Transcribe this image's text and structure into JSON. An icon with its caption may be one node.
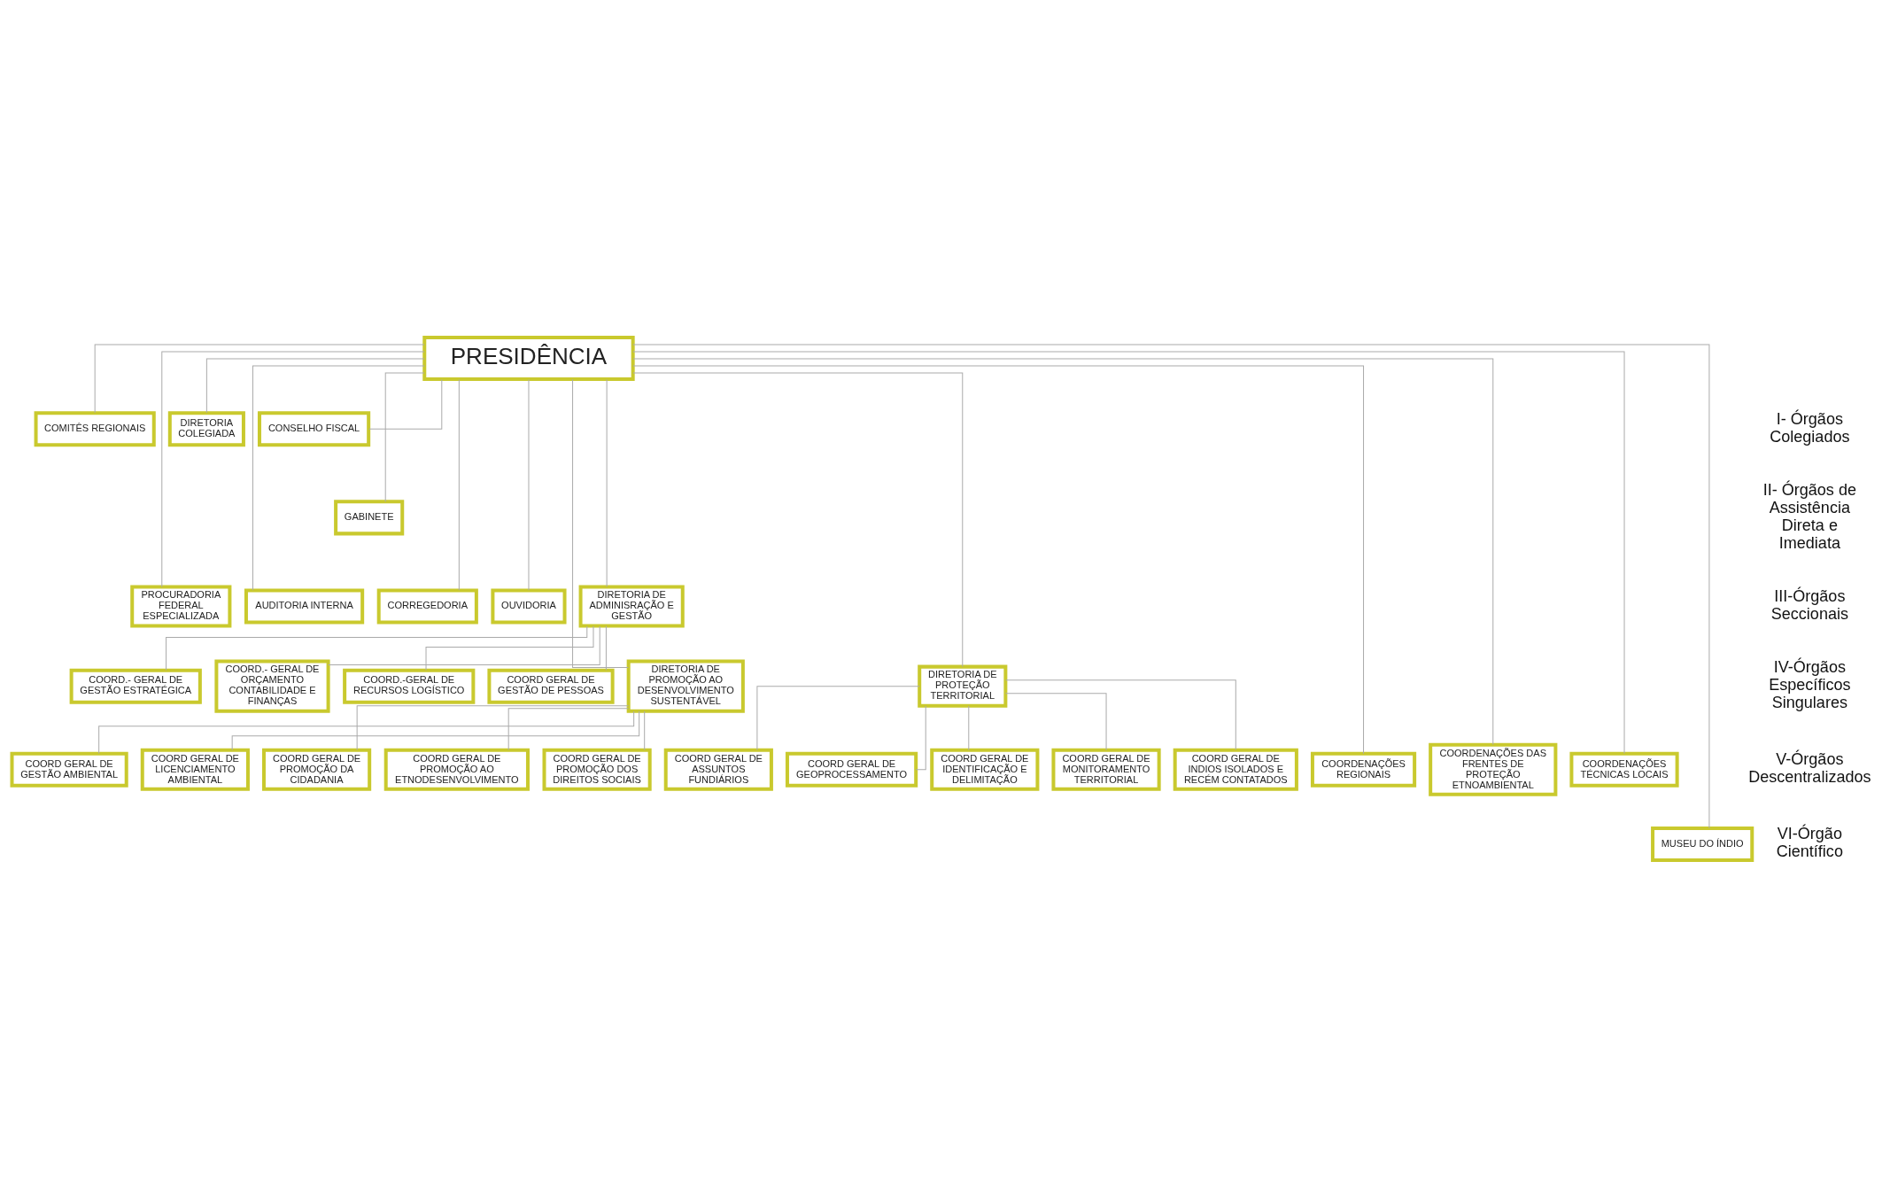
{
  "diagram": {
    "nodes": [
      {
        "text": [
          "PRESIDÊNCIA"
        ]
      },
      {
        "text": [
          "COMITÊS REGIONAIS"
        ]
      },
      {
        "text": [
          "DIRETORIA COLEGIADA"
        ]
      },
      {
        "text": [
          "CONSELHO FISCAL"
        ]
      },
      {
        "text": [
          "GABINETE"
        ]
      },
      {
        "text": [
          "PROCURADORIA FEDERAL ESPECIALIZADA"
        ]
      },
      {
        "text": [
          "AUDITORIA INTERNA"
        ]
      },
      {
        "text": [
          "CORREGEDORIA"
        ]
      },
      {
        "text": [
          "OUVIDORIA"
        ]
      },
      {
        "text": [
          "DIRETORIA DE ADMINISRAÇÃO E GESTÃO"
        ]
      },
      {
        "text": [
          "COORD.- GERAL DE GESTÃO ESTRATÉGICA"
        ]
      },
      {
        "text": [
          "COORD.- GERAL DE ORÇAMENTO CONTABILIDADE E FINANÇAS"
        ]
      },
      {
        "text": [
          "COORD.-GERAL DE RECURSOS LOGÍSTICO"
        ]
      },
      {
        "text": [
          "COORD GERAL DE GESTÃO DE PESSOAS"
        ]
      },
      {
        "text": [
          "DIRETORIA DE PROMOÇÃO AO DESENVOLVIMENTO SUSTENTÁVEL"
        ]
      },
      {
        "text": [
          "COORD GERAL DE GESTÃO AMBIENTAL"
        ]
      },
      {
        "text": [
          "COORD GERAL DE LICENCIAMENTO AMBIENTAL"
        ]
      },
      {
        "text": [
          "COORD GERAL DE PROMOÇÃO DA CIDADANIA"
        ]
      },
      {
        "text": [
          "COORD GERAL DE PROMOÇÃO AO ETNODESENVOLVIMENTO"
        ]
      },
      {
        "text": [
          "COORD GERAL DE PROMOÇÃO DOS DIREITOS SOCIAIS"
        ]
      },
      {
        "text": [
          "DIRETORIA DE PROTEÇÃO TERRITORIAL"
        ]
      },
      {
        "text": [
          "COORD GERAL DE ASSUNTOS FUNDIÁRIOS"
        ]
      },
      {
        "text": [
          "COORD GERAL DE GEOPROCESSAMENTO"
        ]
      },
      {
        "text": [
          "COORD GERAL DE IDENTIFICAÇÃO E DELIMITAÇÃO"
        ]
      },
      {
        "text": [
          "COORD GERAL DE MONITORAMENTO TERRITORIAL"
        ]
      },
      {
        "text": [
          "COORD GERAL DE INDIOS ISOLADOS E RECÉM CONTATADOS"
        ]
      },
      {
        "text": [
          "COORDENAÇÕES REGIONAIS"
        ]
      },
      {
        "text": [
          "COORDENAÇÕES DAS FRENTES DE PROTEÇÃO ETNOAMBIENTAL"
        ]
      },
      {
        "text": [
          "COORDENAÇÕES TÉCNICAS LOCAIS"
        ]
      },
      {
        "text": [
          "MUSEU DO ÍNDIO"
        ]
      }
    ],
    "edges": [
      {
        "from": 0,
        "to": 1,
        "arrow": "none"
      },
      {
        "from": 0,
        "to": 2,
        "arrow": "none"
      },
      {
        "from": 0,
        "to": 3,
        "arrow": "none"
      },
      {
        "from": 0,
        "to": 4,
        "arrow": "none"
      },
      {
        "from": 0,
        "to": 5,
        "arrow": "none"
      },
      {
        "from": 0,
        "to": 6,
        "arrow": "none"
      },
      {
        "from": 0,
        "to": 7,
        "arrow": "none"
      },
      {
        "from": 0,
        "to": 8,
        "arrow": "none"
      },
      {
        "from": 0,
        "to": 9,
        "arrow": "none"
      },
      {
        "from": 9,
        "to": 10,
        "arrow": "none"
      },
      {
        "from": 9,
        "to": 11,
        "arrow": "none"
      },
      {
        "from": 9,
        "to": 12,
        "arrow": "none"
      },
      {
        "from": 9,
        "to": 13,
        "arrow": "none"
      },
      {
        "from": 0,
        "to": 14,
        "arrow": "none"
      },
      {
        "from": 0,
        "to": 20,
        "arrow": "none"
      },
      {
        "from": 14,
        "to": 15,
        "arrow": "none"
      },
      {
        "from": 14,
        "to": 16,
        "arrow": "none"
      },
      {
        "from": 14,
        "to": 17,
        "arrow": "none"
      },
      {
        "from": 14,
        "to": 18,
        "arrow": "none"
      },
      {
        "from": 14,
        "to": 19,
        "arrow": "none"
      },
      {
        "from": 20,
        "to": 21,
        "arrow": "none"
      },
      {
        "from": 20,
        "to": 22,
        "arrow": "none"
      },
      {
        "from": 20,
        "to": 23,
        "arrow": "none"
      },
      {
        "from": 20,
        "to": 24,
        "arrow": "none"
      },
      {
        "from": 20,
        "to": 25,
        "arrow": "none"
      },
      {
        "from": 0,
        "to": 26,
        "arrow": "none"
      },
      {
        "from": 0,
        "to": 27,
        "arrow": "none"
      },
      {
        "from": 0,
        "to": 28,
        "arrow": "none"
      },
      {
        "from": 0,
        "to": 29,
        "arrow": "none"
      }
    ],
    "labels": [
      "I- Órgãos Colegiados",
      "II- Órgãos de Assistência Direta e Imediata",
      "III-Órgãos Seccionais",
      "IV-Órgãos Específicos Singulares",
      "V-Órgãos Descentralizados",
      "VI-Órgão Científico"
    ]
  }
}
